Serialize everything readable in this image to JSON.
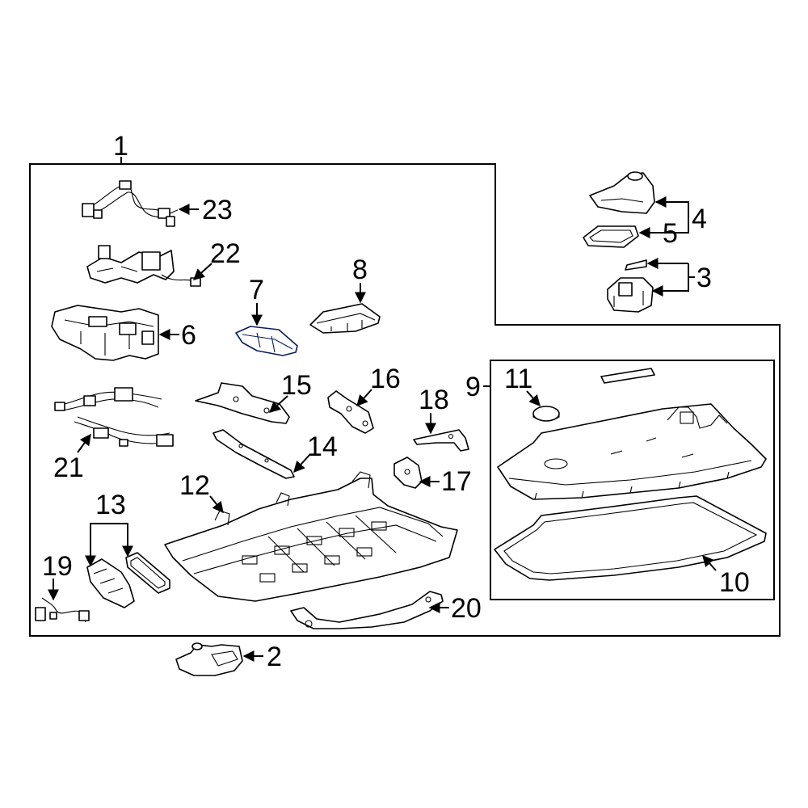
{
  "callouts": {
    "c1": "1",
    "c2": "2",
    "c3": "3",
    "c4": "4",
    "c5": "5",
    "c6": "6",
    "c7": "7",
    "c8": "8",
    "c9": "9",
    "c10": "10",
    "c11": "11",
    "c12": "12",
    "c13": "13",
    "c14": "14",
    "c15": "15",
    "c16": "16",
    "c17": "17",
    "c18": "18",
    "c19": "19",
    "c20": "20",
    "c21": "21",
    "c22": "22",
    "c23": "23"
  },
  "highlight_part": "7",
  "colors": {
    "highlight_fill": "#2f47b4",
    "highlight_stroke": "#0a1c5a",
    "line": "#000000",
    "background": "#ffffff"
  }
}
